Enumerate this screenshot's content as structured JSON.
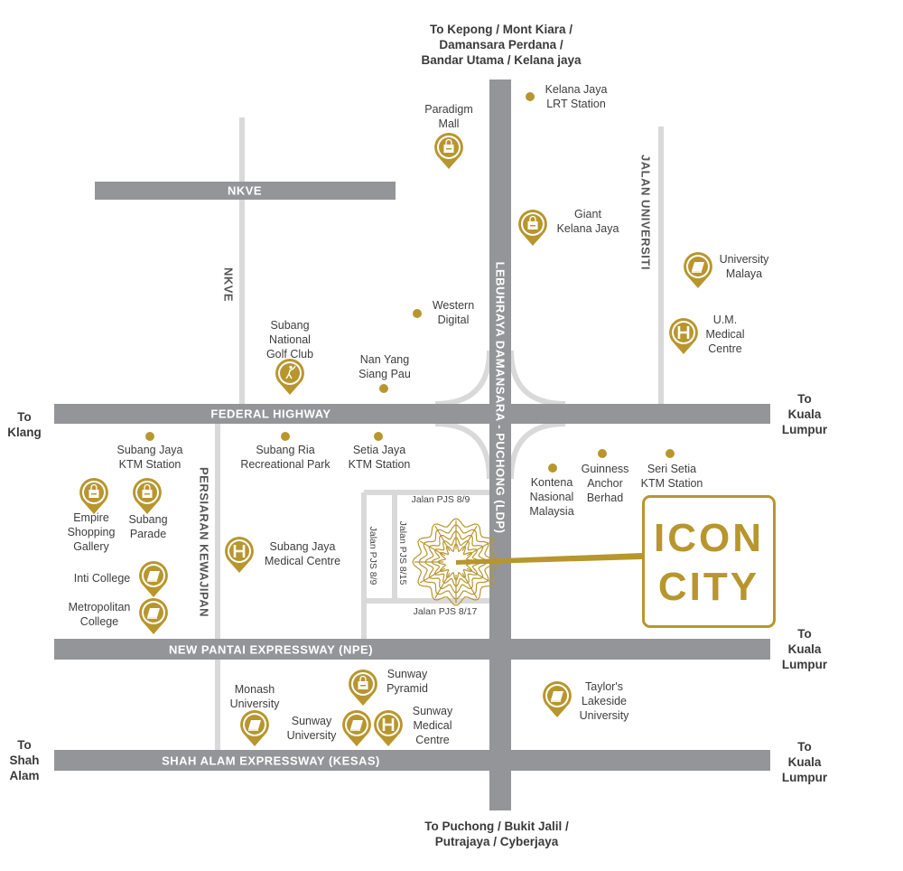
{
  "colors": {
    "gold": "#b8962e",
    "highway": "#939598",
    "street": "#d9d9d9"
  },
  "destinations": {
    "north": [
      "To Kepong / Mont Kiara /",
      "Damansara Perdana /",
      "Bandar Utama / Kelana jaya"
    ],
    "south": [
      "To Puchong / Bukit Jalil /",
      "Putrajaya / Cyberjaya"
    ],
    "west_federal": [
      "To",
      "Klang"
    ],
    "west_kesas": [
      "To",
      "Shah",
      "Alam"
    ],
    "east_federal": [
      "To",
      "Kuala",
      "Lumpur"
    ],
    "east_npe": [
      "To",
      "Kuala",
      "Lumpur"
    ],
    "east_kesas": [
      "To",
      "Kuala",
      "Lumpur"
    ]
  },
  "roads": {
    "ldp": "LEBUHRAYA DAMANSARA - PUCHONG (LDP)",
    "nkve_h": "NKVE",
    "nkve_v": "NKVE",
    "federal": "FEDERAL HIGHWAY",
    "kewajipan": "PERSIARAN KEWAJIPAN",
    "npe": "NEW PANTAI EXPRESSWAY (NPE)",
    "kesas": "SHAH ALAM EXPRESSWAY (KESAS)",
    "universiti": "JALAN UNIVERSITI",
    "pjs89_h": "Jalan PJS 8/9",
    "pjs89_v": "Jalan PJS 8/9",
    "pjs815": "Jalan PJS 8/15",
    "pjs817": "Jalan PJS 8/17"
  },
  "pins": [
    {
      "icon": "shopping-bag-icon",
      "label": [
        "Paradigm",
        "Mall"
      ]
    },
    {
      "icon": "shopping-bag-icon",
      "label": [
        "Giant",
        "Kelana Jaya"
      ]
    },
    {
      "icon": "book-icon",
      "label": [
        "University",
        "Malaya"
      ]
    },
    {
      "icon": "hospital-icon",
      "label": [
        "U.M.",
        "Medical",
        "Centre"
      ]
    },
    {
      "icon": "golf-icon",
      "label": [
        "Subang",
        "National",
        "Golf Club"
      ]
    },
    {
      "icon": "shopping-bag-icon",
      "label": [
        "Empire",
        "Shopping",
        "Gallery"
      ]
    },
    {
      "icon": "shopping-bag-icon",
      "label": [
        "Subang",
        "Parade"
      ]
    },
    {
      "icon": "hospital-icon",
      "label": [
        "Subang Jaya",
        "Medical Centre"
      ]
    },
    {
      "icon": "book-icon",
      "label": [
        "Inti College"
      ]
    },
    {
      "icon": "book-icon",
      "label": [
        "Metropolitan",
        "College"
      ]
    },
    {
      "icon": "shopping-bag-icon",
      "label": [
        "Sunway",
        "Pyramid"
      ]
    },
    {
      "icon": "book-icon",
      "label": [
        "Monash",
        "University"
      ]
    },
    {
      "icon": "book-icon",
      "label": [
        "Sunway",
        "University"
      ]
    },
    {
      "icon": "hospital-icon",
      "label": [
        "Sunway",
        "Medical",
        "Centre"
      ]
    },
    {
      "icon": "book-icon",
      "label": [
        "Taylor's",
        "Lakeside",
        "University"
      ]
    }
  ],
  "dots": [
    {
      "label": [
        "Kelana Jaya",
        "LRT Station"
      ]
    },
    {
      "label": [
        "Western",
        "Digital"
      ]
    },
    {
      "label": [
        "Nan Yang",
        "Siang Pau"
      ]
    },
    {
      "label": [
        "Subang Jaya",
        "KTM Station"
      ]
    },
    {
      "label": [
        "Subang Ria",
        "Recreational Park"
      ]
    },
    {
      "label": [
        "Setia Jaya",
        "KTM Station"
      ]
    },
    {
      "label": [
        "Kontena",
        "Nasional",
        "Malaysia"
      ]
    },
    {
      "label": [
        "Guinness",
        "Anchor",
        "Berhad"
      ]
    },
    {
      "label": [
        "Seri Setia",
        "KTM Station"
      ]
    }
  ],
  "project": {
    "line1": "ICON",
    "line2": "CITY"
  }
}
